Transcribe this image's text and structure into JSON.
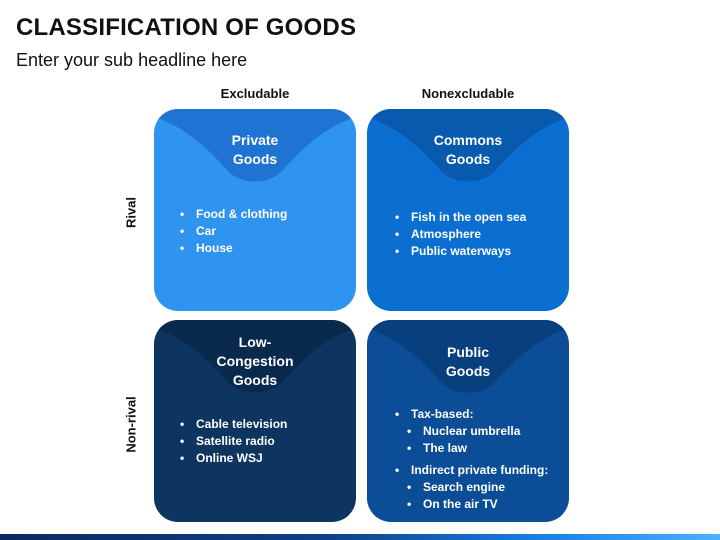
{
  "title": "CLASSIFICATION OF GOODS",
  "subtitle": "Enter your sub headline here",
  "columns": {
    "left": "Excludable",
    "right": "Nonexcludable"
  },
  "rows": {
    "top": "Rival",
    "bottom": "Non-rival"
  },
  "colors": {
    "private": "#2f93f0",
    "private_flap": "#1f74d3",
    "commons": "#0a6fd0",
    "commons_flap": "#075aad",
    "low_congestion": "#0d355f",
    "low_congestion_flap": "#0a2a4d",
    "public": "#0b4d96",
    "public_flap": "#083f7e"
  },
  "cards": {
    "private": {
      "heading_line1": "Private",
      "heading_line2": "Goods",
      "items": [
        "Food & clothing",
        "Car",
        "House"
      ]
    },
    "commons": {
      "heading_line1": "Commons",
      "heading_line2": "Goods",
      "items": [
        "Fish in the open sea",
        "Atmosphere",
        "Public waterways"
      ]
    },
    "low_congestion": {
      "heading_line1": "Low-",
      "heading_line2": "Congestion",
      "heading_line3": "Goods",
      "items": [
        "Cable television",
        "Satellite radio",
        "Online WSJ"
      ]
    },
    "public": {
      "heading_line1": "Public",
      "heading_line2": "Goods",
      "item1": "Tax-based:",
      "item1_sub1": "Nuclear umbrella",
      "item1_sub2": "The law",
      "item2": "Indirect private funding:",
      "item2_sub1": "Search engine",
      "item2_sub2": "On the air TV"
    }
  }
}
